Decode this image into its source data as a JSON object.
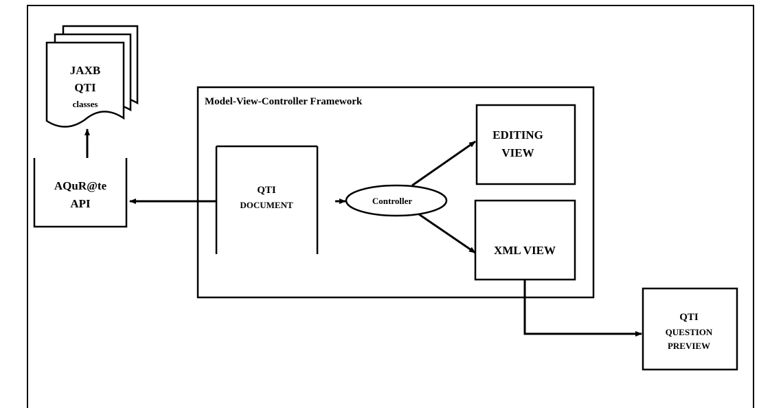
{
  "diagram": {
    "jaxb": {
      "lines": [
        "JAXB",
        "QTI",
        "classes"
      ]
    },
    "api": {
      "lines": [
        "AQuR@te",
        "API"
      ]
    },
    "framework": {
      "title": "Model-View-Controller Framework"
    },
    "qti_document": {
      "lines": [
        "QTI",
        "DOCUMENT"
      ]
    },
    "controller": {
      "label": "Controller"
    },
    "editing_view": {
      "lines": [
        "EDITING",
        "VIEW"
      ]
    },
    "xml_view": {
      "label": "XML VIEW"
    },
    "preview": {
      "lines": [
        "QTI",
        "QUESTION",
        "PREVIEW"
      ]
    }
  }
}
